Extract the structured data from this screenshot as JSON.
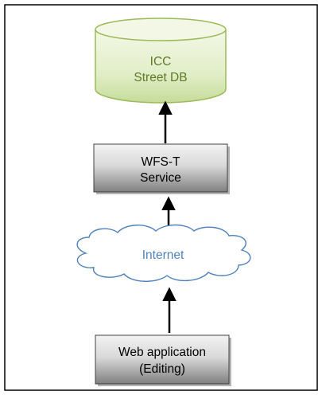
{
  "diagram": {
    "database": {
      "line1": "ICC",
      "line2": "Street DB",
      "text_color": "#5e7a28",
      "fill_light": "#f3f8e6",
      "fill_dark": "#c6dc9a",
      "stroke": "#9bbb59"
    },
    "wfs_service": {
      "line1": "WFS-T",
      "line2": "Service"
    },
    "internet": {
      "label": "Internet",
      "text_color": "#4f81bd",
      "stroke": "#4f81bd"
    },
    "web_application": {
      "line1": "Web application",
      "line2": "(Editing)"
    },
    "box_style": {
      "fill_top": "#f2f2f2",
      "fill_bottom": "#7f7f7f",
      "stroke": "#404040",
      "shadow": "#595959"
    },
    "arrow_color": "#000000",
    "frame_color": "#000000"
  }
}
